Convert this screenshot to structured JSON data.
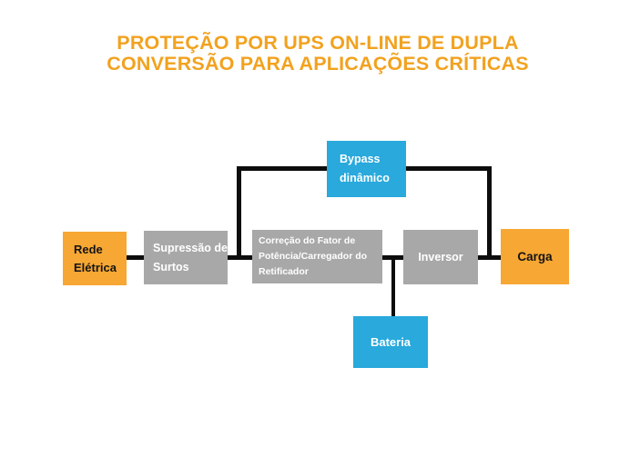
{
  "title": {
    "line1": "PROTEÇÃO POR UPS ON-LINE DE DUPLA",
    "line2": "CONVERSÃO PARA APLICAÇÕES CRÍTICAS"
  },
  "nodes": {
    "rede_eletrica": {
      "label": "Rede\nElétrica"
    },
    "supressao_surtos": {
      "label": "Supressão de\nSurtos"
    },
    "correcao_fator": {
      "label": "Correção do Fator de\nPotência/Carregador do\nRetificador"
    },
    "inversor": {
      "label": "Inversor"
    },
    "carga": {
      "label": "Carga"
    },
    "bypass_dinamico": {
      "label": "Bypass\ndinâmico"
    },
    "bateria": {
      "label": "Bateria"
    }
  },
  "colors": {
    "title_text": "#F2A21F",
    "orange_box": "#F7A733",
    "gray_box": "#A8A8A8",
    "blue_box": "#29A9DC",
    "connector_line": "#0D0D0D",
    "background": "#FFFFFF"
  }
}
